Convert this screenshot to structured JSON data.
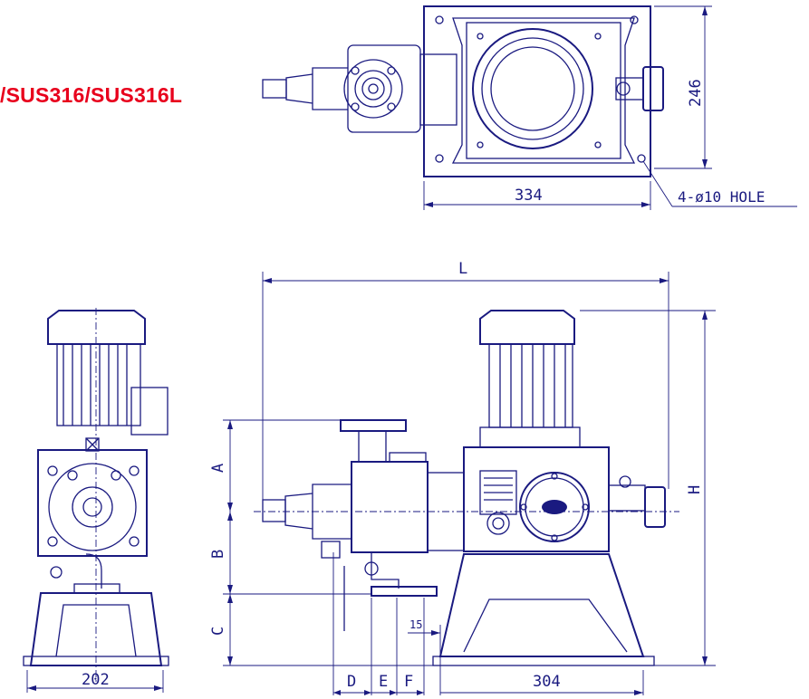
{
  "material_label": "/SUS316/SUS316L",
  "top_view": {
    "width_dim": "334",
    "depth_dim": "246",
    "hole_note": "4-ø10 HOLE"
  },
  "front_view": {
    "overall_length": "L",
    "overall_height": "H",
    "dim_a": "A",
    "dim_b": "B",
    "dim_c": "C",
    "dim_d": "D",
    "dim_e": "E",
    "dim_f": "F",
    "base_offset": "15",
    "base_width": "304"
  },
  "side_view": {
    "base_width": "202"
  }
}
